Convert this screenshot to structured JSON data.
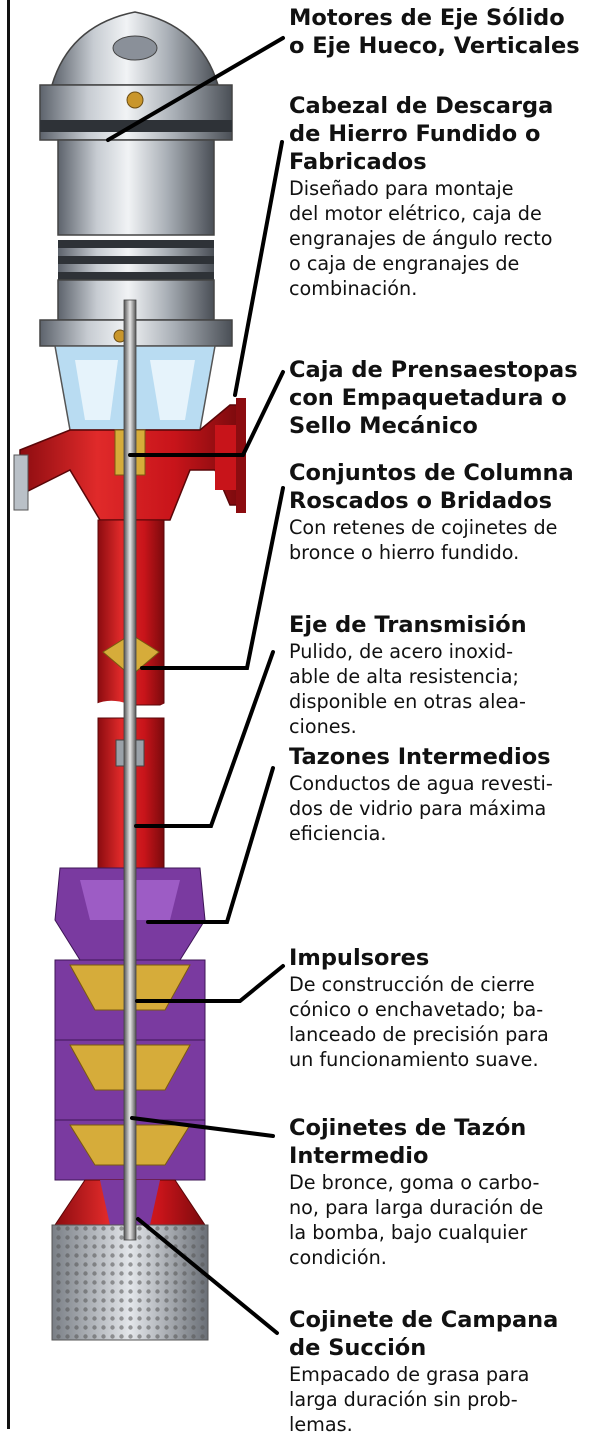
{
  "colors": {
    "motor_light": "#d9dde2",
    "motor_dark": "#5d636c",
    "column_red": "#c8141a",
    "column_red_dark": "#8c0c10",
    "impeller_purple": "#7a3aa0",
    "impeller_gold": "#d6ac3a",
    "leader": "#000000"
  },
  "callouts": [
    {
      "id": "motors",
      "title_lines": [
        "Motores de Eje Sólido",
        "o Eje Hueco, Verticales"
      ],
      "desc_lines": []
    },
    {
      "id": "discharge-head",
      "title_lines": [
        "Cabezal de Descarga",
        "de Hierro Fundido o",
        "Fabricados"
      ],
      "desc_lines": [
        "Diseñado para montaje",
        "del motor elétrico, caja de",
        "engranajes de ángulo recto",
        "o caja de engranajes de",
        "combinación."
      ]
    },
    {
      "id": "stuffing-box",
      "title_lines": [
        "Caja de Prensaestopas",
        "con Empaquetadura o",
        "Sello Mecánico"
      ],
      "desc_lines": []
    },
    {
      "id": "column-assemblies",
      "title_lines": [
        "Conjuntos de Columna",
        "Roscados o Bridados"
      ],
      "desc_lines": [
        "Con retenes de cojinetes de",
        "bronce o hierro fundido."
      ]
    },
    {
      "id": "lineshaft",
      "title_lines": [
        "Eje de Transmisión"
      ],
      "desc_lines": [
        "Pulido, de acero inoxid-",
        "able de alta resistencia;",
        "disponible en otras alea-",
        "ciones."
      ]
    },
    {
      "id": "intermediate-bowls",
      "title_lines": [
        "Tazones Intermedios"
      ],
      "desc_lines": [
        "Conductos de agua revesti-",
        "dos de vidrio para máxima",
        "eficiencia."
      ]
    },
    {
      "id": "impellers",
      "title_lines": [
        "Impulsores"
      ],
      "desc_lines": [
        "De construcción de cierre",
        "cónico o enchavetado; ba-",
        "lanceado de precisión para",
        "un funcionamiento suave."
      ]
    },
    {
      "id": "bowl-bearings",
      "title_lines": [
        "Cojinetes de Tazón",
        "Intermedio"
      ],
      "desc_lines": [
        "De bronce, goma o carbo-",
        "no, para larga duración de",
        "la bomba, bajo cualquier",
        "condición."
      ]
    },
    {
      "id": "suction-bell-bearing",
      "title_lines": [
        "Cojinete de Campana",
        "de Succión"
      ],
      "desc_lines": [
        "Empacado de grasa para",
        "larga duración sin prob-",
        "lemas."
      ]
    }
  ]
}
